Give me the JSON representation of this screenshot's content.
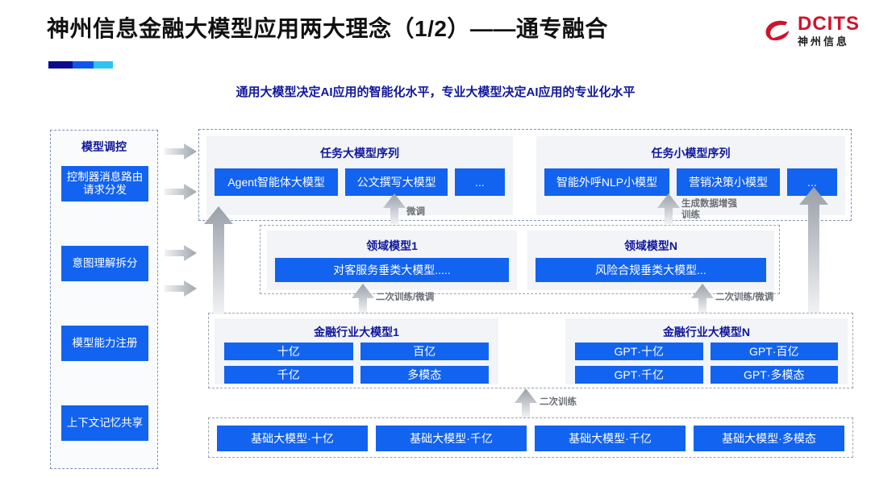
{
  "header": {
    "title": "神州信息金融大模型应用两大理念（1/2）——通专融合",
    "subtitle": "通用大模型决定AI应用的智能化水平，专业大模型决定AI应用的专业化水平",
    "logo_en": "DCITS",
    "logo_cn": "神州信息",
    "accent_colors": [
      "#0d0d8c",
      "#1155ee",
      "#2ec4f0"
    ]
  },
  "colors": {
    "chip_blue": "#1263f0",
    "title_navy": "#10179c",
    "logo_red": "#d1122b",
    "panel_grey": "#f2f4f7",
    "arrow_grey": "#b9bec6"
  },
  "sidebar": {
    "title": "模型调控",
    "items": [
      {
        "label": "控制器消息路由请求分发"
      },
      {
        "label": "意图理解拆分"
      },
      {
        "label": "模型能力注册"
      },
      {
        "label": "上下文记忆共享"
      }
    ]
  },
  "task_sequences": [
    {
      "title": "任务大模型序列",
      "items": [
        "Agent智能体大模型",
        "公文撰写大模型",
        "..."
      ]
    },
    {
      "title": "任务小模型序列",
      "items": [
        "智能外呼NLP小模型",
        "营销决策小模型",
        "..."
      ]
    }
  ],
  "domain_models": [
    {
      "title": "领域模型1",
      "item": "对客服务垂类大模型....."
    },
    {
      "title": "领域模型N",
      "item": "风险合规垂类大模型..."
    }
  ],
  "industry_models": [
    {
      "title": "金融行业大模型1",
      "items": [
        "十亿",
        "百亿",
        "千亿",
        "多模态"
      ]
    },
    {
      "title": "金融行业大模型N",
      "items": [
        "GPT·十亿",
        "GPT·百亿",
        "GPT·千亿",
        "GPT·多模态"
      ]
    }
  ],
  "base_models": {
    "items": [
      "基础大模型·十亿",
      "基础大模型·千亿",
      "基础大模型·千亿",
      "基础大模型·多模态"
    ]
  },
  "arrow_labels": {
    "fine_tune": "微调",
    "data_aug": "生成数据增强\n训练",
    "retrain_left": "二次训练/微调",
    "retrain_right": "二次训练/微调",
    "retrain_base": "二次训练"
  }
}
